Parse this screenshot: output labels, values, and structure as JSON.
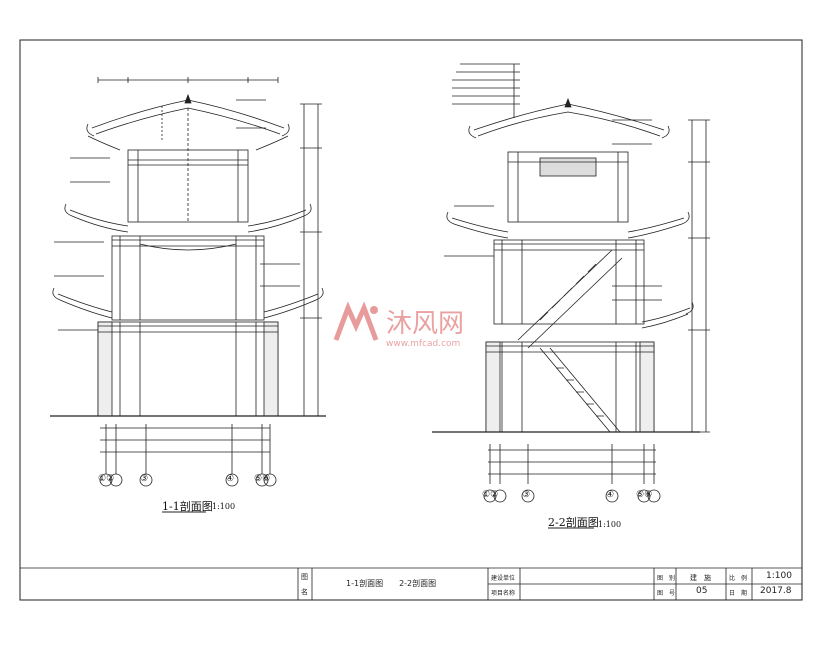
{
  "drawing": {
    "section1_title": "1-1剖面图",
    "section1_scale": "1:100",
    "section2_title": "2-2剖面图",
    "section2_scale": "1:100",
    "axis_labels_1": [
      "①②",
      "③",
      "④",
      "⑤⑥"
    ],
    "axis_labels_2": [
      "①②",
      "③",
      "④",
      "⑤⑥"
    ]
  },
  "title_block": {
    "field_tu": "图",
    "field_ming": "名",
    "sheet_titles": "1-1剖面图　　2-2剖面图",
    "unit_label": "建设单位",
    "project_label": "项目名称",
    "tu_bie_label": "图　别",
    "tu_bie_value": "建　施",
    "scale_label": "比　例",
    "scale_value": "1:100",
    "tu_hao_label": "图　号",
    "tu_hao_value": "05",
    "date_label": "日　期",
    "date_value": "2017.8"
  },
  "watermark": {
    "brand": "沐风网",
    "url": "www.mfcad.com"
  },
  "colors": {
    "line": "#1a1a1a",
    "watermark": "#e07a7a"
  }
}
